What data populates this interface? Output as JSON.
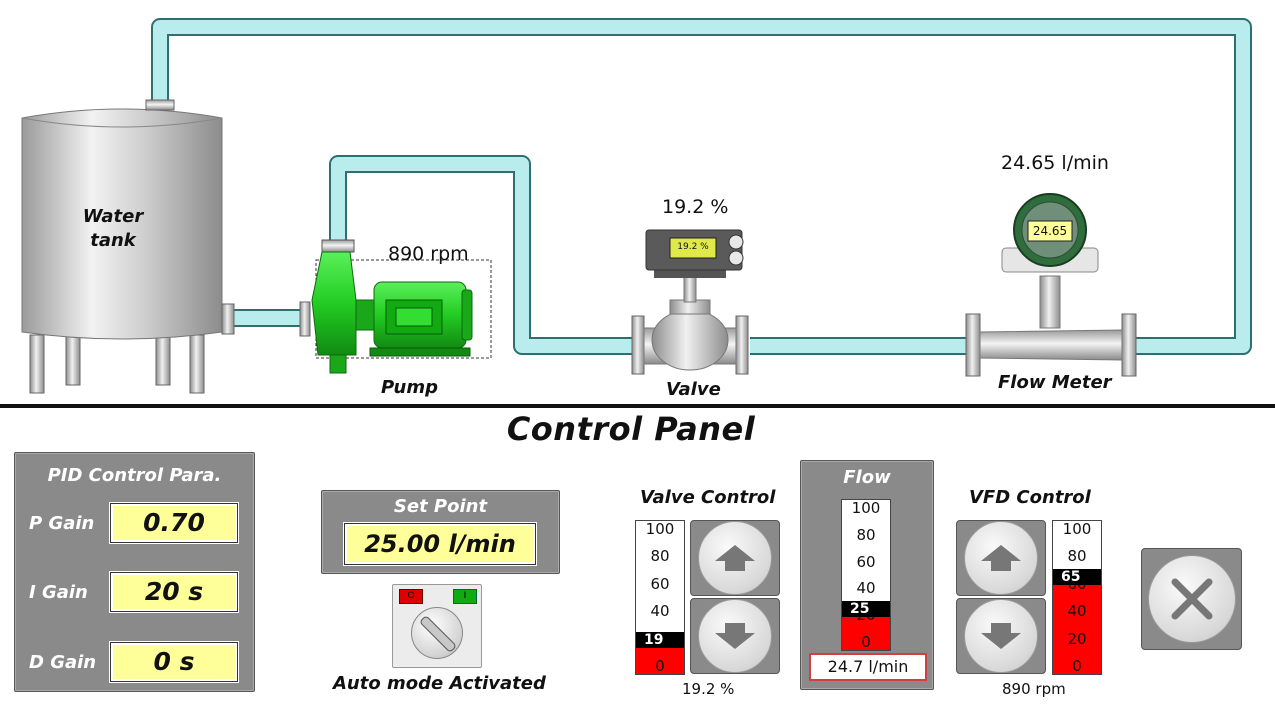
{
  "process": {
    "tank_label_line1": "Water",
    "tank_label_line2": "tank",
    "pump_label": "Pump",
    "pump_speed": "890 rpm",
    "valve_label": "Valve",
    "valve_opening": "19.2 %",
    "valve_display": "19.2 %",
    "flowmeter_label": "Flow Meter",
    "flowmeter_reading": "24.65 l/min",
    "flowmeter_display": "24.65"
  },
  "control_panel": {
    "title": "Control Panel",
    "pid": {
      "title": "PID Control Para.",
      "p_label": "P Gain",
      "p_value": "0.70",
      "i_label": "I Gain",
      "i_value": "20 s",
      "d_label": "D Gain",
      "d_value": "0 s"
    },
    "setpoint": {
      "title": "Set Point",
      "value": "25.00 l/min"
    },
    "mode_switch": {
      "off_mark": "O",
      "on_mark": "I",
      "status": "Auto mode Activated"
    },
    "valve_control": {
      "title": "Valve Control",
      "ticks": [
        "100",
        "80",
        "60",
        "40",
        "20",
        "0"
      ],
      "pointer_value": "19",
      "level_percent": 19.2,
      "readout": "19.2 %"
    },
    "flow": {
      "title": "Flow",
      "ticks": [
        "100",
        "80",
        "60",
        "40",
        "20",
        "0"
      ],
      "pointer_value": "25",
      "level_percent": 25,
      "readout": "24.7 l/min"
    },
    "vfd_control": {
      "title": "VFD Control",
      "ticks": [
        "100",
        "80",
        "60",
        "40",
        "20",
        "0"
      ],
      "pointer_value": "65",
      "level_percent": 65,
      "readout": "890 rpm"
    }
  },
  "colors": {
    "pipe": "#b9ecec",
    "pipe_edge": "#2f6f6f",
    "pump": "#22cc22",
    "bar_fill": "#ff0000",
    "field": "#ffff99",
    "panel": "#8a8a8a"
  },
  "icons": {
    "up": "arrow-up-icon",
    "down": "arrow-down-icon",
    "close": "close-x-icon"
  }
}
